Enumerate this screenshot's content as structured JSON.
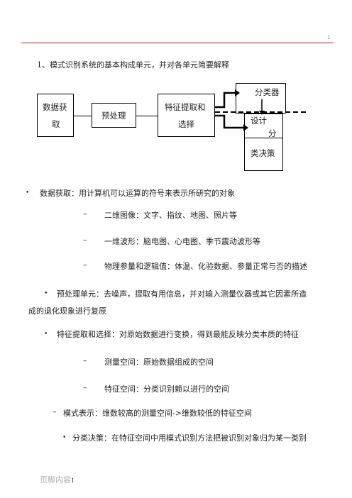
{
  "page_number": "1",
  "title": "1、模式识别系统的基本构成单元，并对各单元简要解释",
  "diagram": {
    "box1_line1": "数据获",
    "box1_line2": "取",
    "box2": "预处理",
    "box3_line1": "特征提取和",
    "box3_line2": "选择",
    "box4": "分类器",
    "box5_line1": "设计",
    "box5_line2": "分",
    "box6": "类决策"
  },
  "items": [
    {
      "bullet": "•",
      "text": "数据获取：用计算机可以运算的符号来表示所研究的对象"
    },
    {
      "bullet": "–",
      "text": "二维图像：文字、指纹、地图、照片等"
    },
    {
      "bullet": "–",
      "text": "一维波形：脑电图、心电图、季节震动波形等"
    },
    {
      "bullet": "–",
      "text": "物理参量和逻辑值：体温、化验数据、参量正常与否的描述"
    },
    {
      "bullet": "•",
      "text": "预处理单元：去噪声，提取有用信息，并对输入测量仪器或其它因素所造"
    },
    {
      "bullet": "",
      "text": "成的退化现象进行复原"
    },
    {
      "bullet": "•",
      "text": "特征提取和选择：对原始数据进行变换，得到最能反映分类本质的特征"
    },
    {
      "bullet": "–",
      "text": "测量空间：原始数据组成的空间"
    },
    {
      "bullet": "–",
      "text": "特征空间：分类识别赖以进行的空间"
    },
    {
      "bullet": "–",
      "text": "模式表示：维数较高的测量空间->维数较低的特征空间"
    },
    {
      "bullet": "•",
      "text": "分类决策：在特征空间中用模式识别方法把被识别对象归为某一类别"
    }
  ],
  "footer": {
    "label": "页脚内容",
    "number": "1"
  }
}
